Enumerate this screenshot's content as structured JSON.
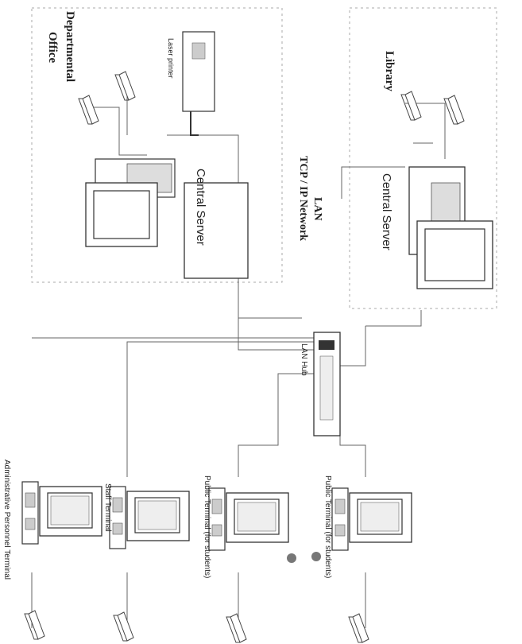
{
  "diagram": {
    "departmental_office": {
      "title_line1": "Departmental",
      "title_line2": "Office",
      "printer_label": "Laser printer",
      "server_label": "Central Server"
    },
    "library": {
      "title": "Library",
      "server_label": "Central Server"
    },
    "network": {
      "line1": "LAN",
      "line2": "TCP / IP Network",
      "hub_label": "LAN Hub"
    },
    "terminals": {
      "public_1": "Public Terminal (for students)",
      "public_2": "Public Terminal (for students)",
      "staff": "Staff Terminal",
      "admin": "Administrative Personnel Terminal"
    }
  }
}
